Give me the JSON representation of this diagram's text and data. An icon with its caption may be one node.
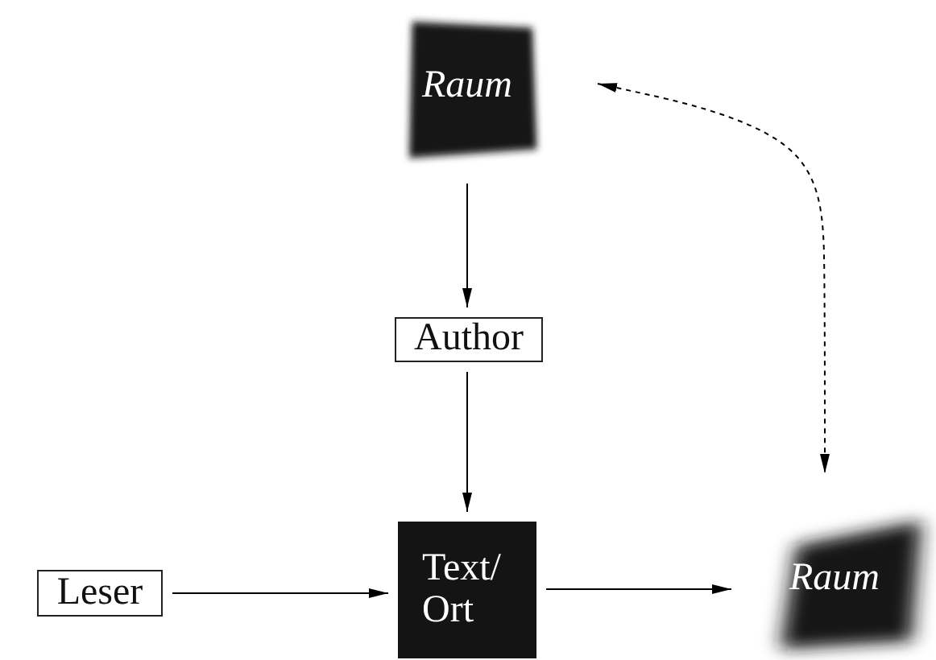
{
  "diagram": {
    "nodes": [
      {
        "text": [
          "Raum"
        ]
      },
      {
        "text": [
          "Author"
        ]
      },
      {
        "text": [
          "Leser"
        ]
      },
      {
        "text": [
          "Text/ Ort"
        ]
      },
      {
        "text": [
          "Raum"
        ]
      }
    ],
    "edges": [
      {
        "from": 0,
        "to": 1,
        "arrow": "to"
      },
      {
        "from": 1,
        "to": 3,
        "arrow": "to"
      },
      {
        "from": 2,
        "to": 3,
        "arrow": "to"
      },
      {
        "from": 3,
        "to": 4,
        "arrow": "to"
      },
      {
        "from": 0,
        "to": 4,
        "arrow": "both",
        "style": "dashed"
      }
    ]
  }
}
